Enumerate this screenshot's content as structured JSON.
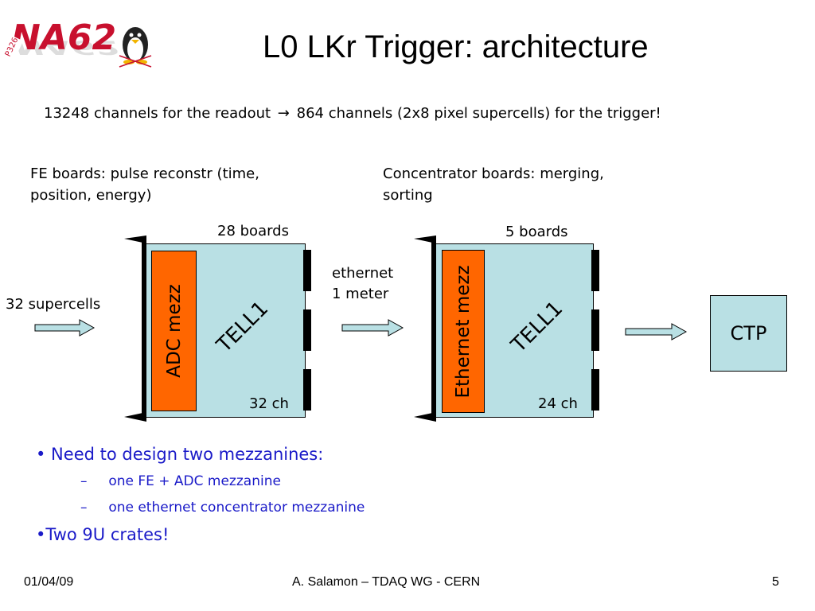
{
  "header": {
    "logo": {
      "text": "NA62",
      "badge": "P326",
      "icon": "penguin-logo-icon"
    },
    "title": "L0 LKr Trigger: architecture"
  },
  "intro": {
    "left": "13248 channels for the readout",
    "arrow": "→",
    "right": "864 channels (2x8 pixel supercells) for the trigger!"
  },
  "fe": {
    "caption_line1": "FE boards: pulse reconstr (time,",
    "caption_line2": "position, energy)",
    "boards": "28 boards",
    "mezz": "ADC mezz",
    "tell": "TELL1",
    "channels": "32 ch",
    "input_label": "32 supercells"
  },
  "concentrator": {
    "caption_line1": "Concentrator boards: merging,",
    "caption_line2": "sorting",
    "boards": "5 boards",
    "mezz": "Ethernet mezz",
    "tell": "TELL1",
    "channels": "24 ch",
    "link_line1": "ethernet",
    "link_line2": "1 meter"
  },
  "ctp": {
    "label": "CTP"
  },
  "bullets": {
    "main": "• Need to design two mezzanines:",
    "subs": [
      {
        "dash": "–",
        "text": "one FE + ADC mezzanine"
      },
      {
        "dash": "–",
        "text": "one ethernet concentrator mezzanine"
      }
    ],
    "second": "•Two 9U crates!"
  },
  "footer": {
    "date": "01/04/09",
    "center": "A. Salamon – TDAQ WG - CERN",
    "page": "5"
  },
  "colors": {
    "panel": "#b9e0e4",
    "mezz": "#ff6600",
    "bullet_text": "#1a1ac8",
    "logo_red": "#c8102e"
  }
}
